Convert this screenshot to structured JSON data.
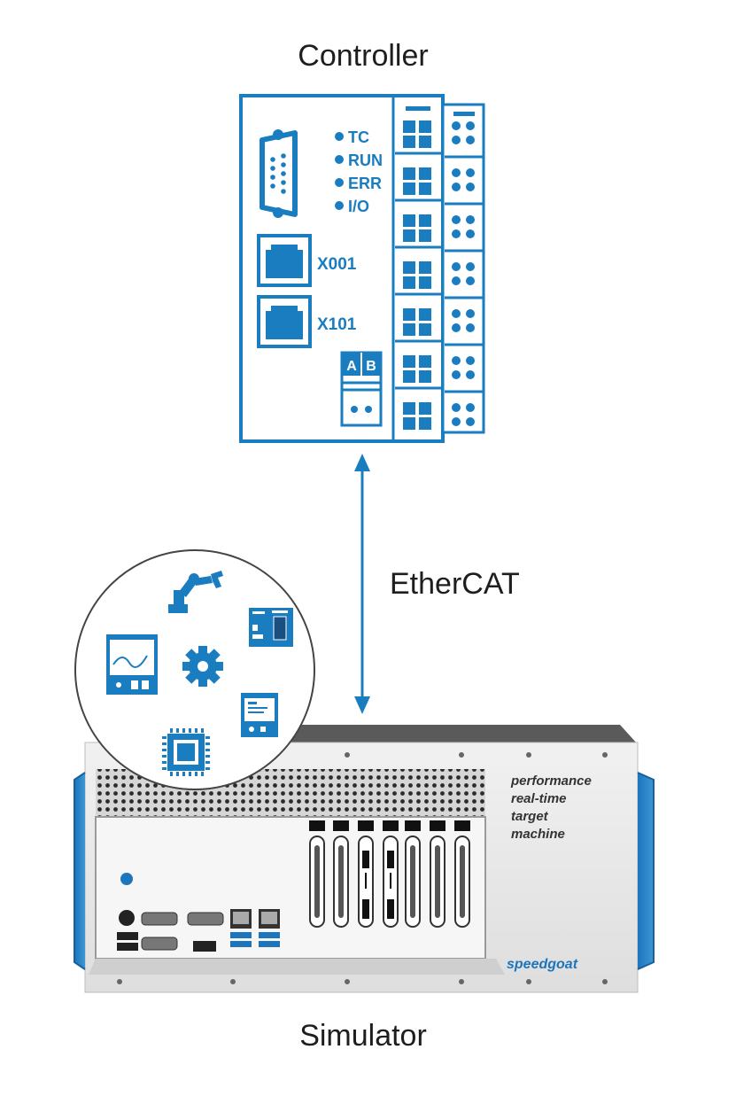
{
  "titles": {
    "controller": "Controller",
    "simulator": "Simulator",
    "link": "EtherCAT"
  },
  "controller": {
    "status_leds": [
      "TC",
      "RUN",
      "ERR",
      "I/O"
    ],
    "ports": [
      "X001",
      "X101"
    ],
    "terminal_labels": [
      "A",
      "B"
    ]
  },
  "simulator": {
    "front_text": [
      "performance",
      "real-time",
      "target",
      "machine"
    ],
    "brand": "speedgoat"
  },
  "bubble_icons": [
    "robot-arm-icon",
    "io-module-icon",
    "gear-icon",
    "monitor-chart-icon",
    "device-panel-icon",
    "chip-icon"
  ],
  "colors": {
    "accent": "#1a7dc0",
    "chassis": "#e8e8e8",
    "chassis_dark": "#4a4a4a",
    "handle": "#1d75bb",
    "text": "#1e1e1e"
  }
}
